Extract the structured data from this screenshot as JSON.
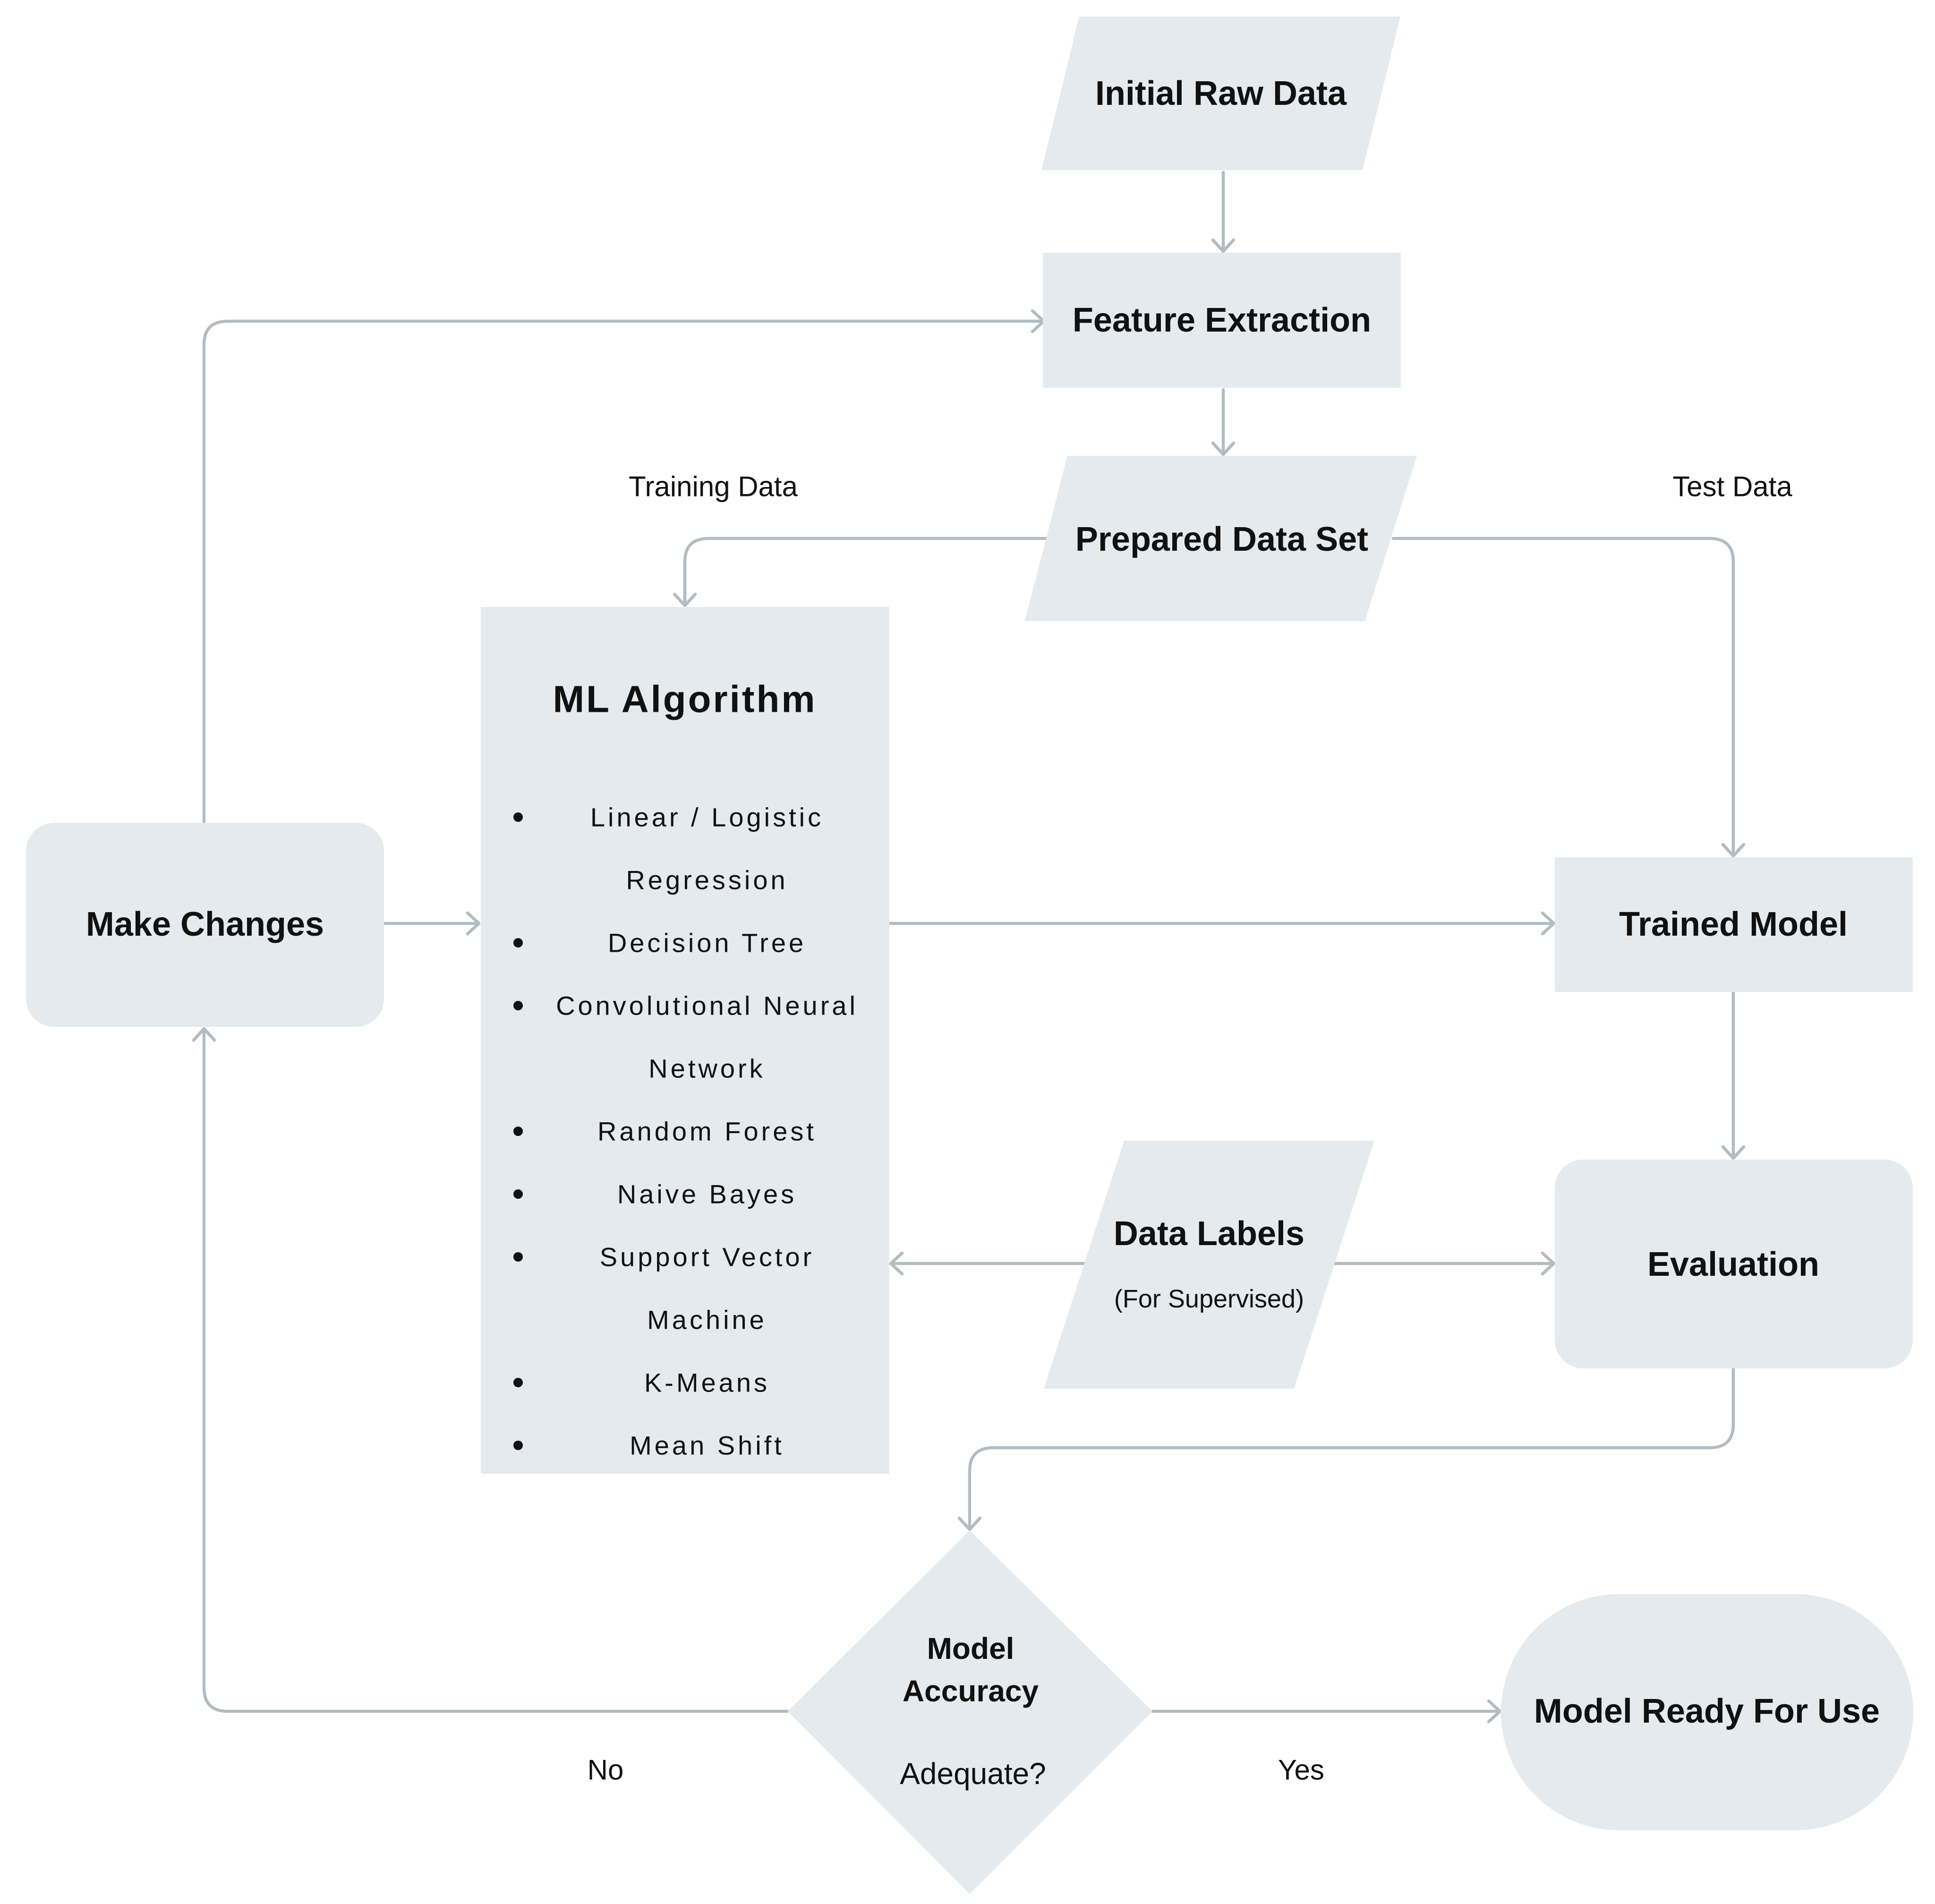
{
  "nodes": {
    "initial_raw_data": "Initial Raw Data",
    "feature_extraction": "Feature Extraction",
    "prepared_data_set": "Prepared Data Set",
    "ml_algorithm": {
      "title": "ML Algorithm",
      "items": [
        [
          "Linear / Logistic",
          "Regression"
        ],
        [
          "Decision Tree"
        ],
        [
          "Convolutional Neural",
          "Network"
        ],
        [
          "Random Forest"
        ],
        [
          "Naive Bayes"
        ],
        [
          "Support Vector",
          "Machine"
        ],
        [
          "K-Means"
        ],
        [
          "Mean Shift"
        ]
      ]
    },
    "make_changes": "Make Changes",
    "trained_model": "Trained Model",
    "evaluation": "Evaluation",
    "data_labels": {
      "title": "Data Labels",
      "subtitle": "(For Supervised)"
    },
    "model_accuracy": {
      "line1": "Model",
      "line2": "Accuracy",
      "line3": "Adequate?"
    },
    "model_ready": "Model Ready For Use"
  },
  "edge_labels": {
    "training_data": "Training Data",
    "test_data": "Test Data",
    "no": "No",
    "yes": "Yes"
  },
  "colors": {
    "node_fill": "#e4eaed",
    "connector": "#b2bcc2",
    "text": "#111111"
  }
}
